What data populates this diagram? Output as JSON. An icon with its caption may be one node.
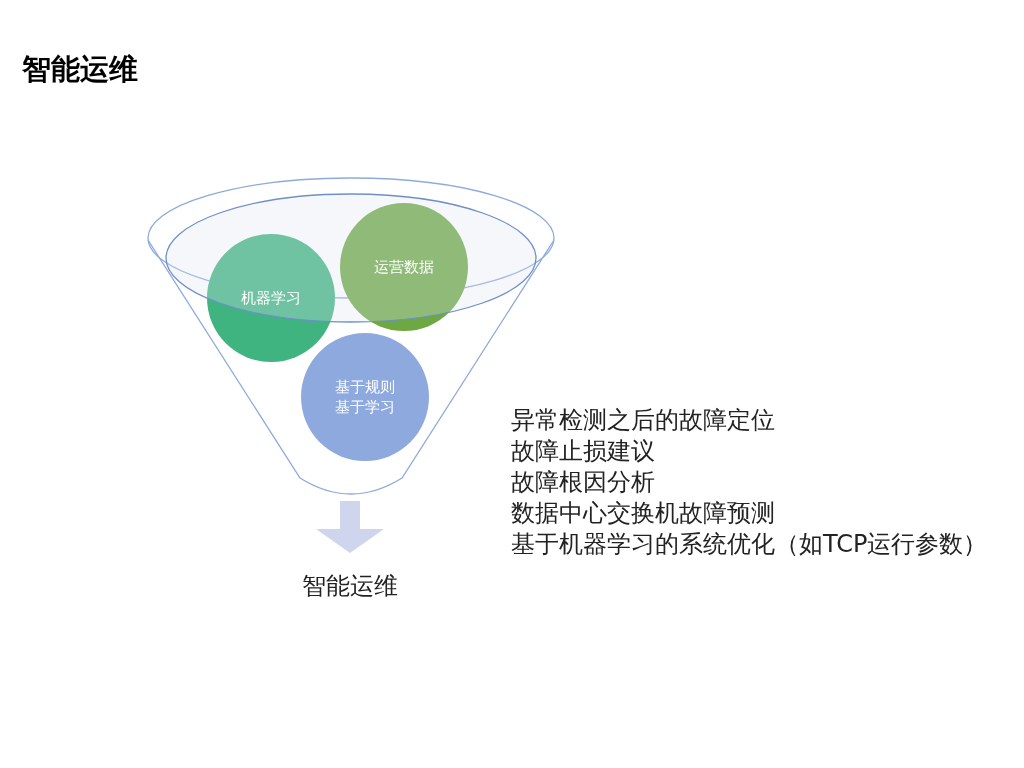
{
  "diagram": {
    "title": "智能运维",
    "nodes": [
      {
        "text": [],
        "shape": "funnel"
      },
      {
        "text": [
          "机器学习"
        ],
        "in": 0
      },
      {
        "text": [
          "运营数据"
        ],
        "in": 0
      },
      {
        "text": [
          "基于规则基于学习"
        ],
        "in": 0
      },
      {
        "text": [
          "智能运维"
        ]
      }
    ],
    "edges": [
      {
        "from": 0,
        "to": 4,
        "arrow": "to"
      }
    ],
    "labels": [
      "异常检测之后的故障定位",
      "故障止损建议",
      "故障根因分析",
      "数据中心交换机故障预测",
      "基于机器学习的系统优化（如TCP运行参数）"
    ]
  }
}
